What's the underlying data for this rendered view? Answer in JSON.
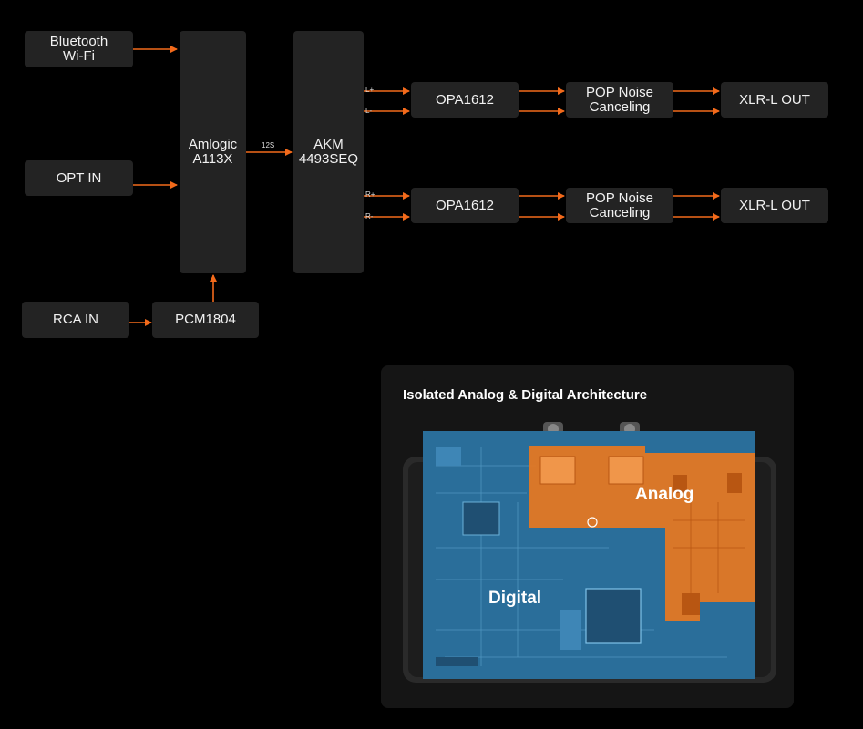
{
  "diagram": {
    "sources": {
      "bt_wifi": "Bluetooth\nWi-Fi",
      "opt_in": "OPT IN",
      "rca_in": "RCA IN"
    },
    "pcm": "PCM1804",
    "soc": "Amlogic\nA113X",
    "dac": "AKM\n4493SEQ",
    "bus_label": "12S",
    "top_chain": {
      "sig_pos": "L+",
      "sig_neg": "L-",
      "opamp": "OPA1612",
      "pop": "POP Noise\nCanceling",
      "out": "XLR-L OUT"
    },
    "bottom_chain": {
      "sig_pos": "R+",
      "sig_neg": "R-",
      "opamp": "OPA1612",
      "pop": "POP Noise\nCanceling",
      "out": "XLR-L OUT"
    }
  },
  "architecture": {
    "title": "Isolated Analog & Digital Architecture",
    "analog_label": "Analog",
    "digital_label": "Digital"
  },
  "colors": {
    "arrow": "#f26a1b",
    "box": "#232323",
    "analog_overlay": "#e8771f",
    "digital_overlay": "#2a6e9a"
  }
}
